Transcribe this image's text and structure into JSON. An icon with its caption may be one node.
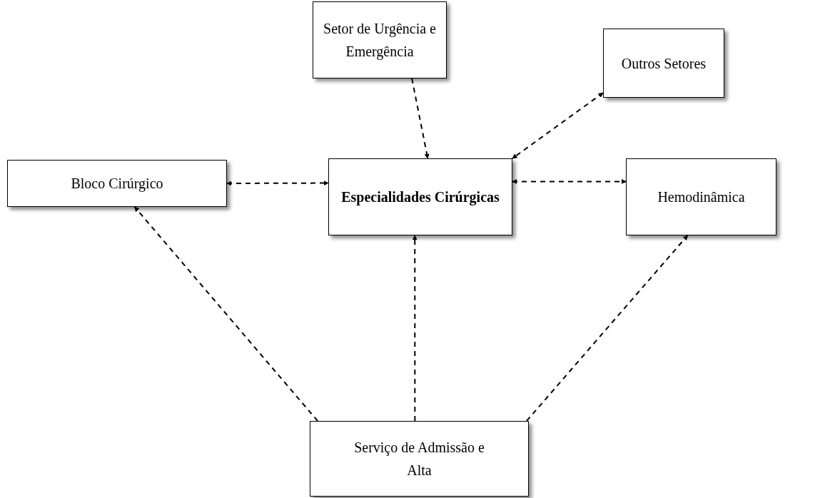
{
  "diagram": {
    "nodes": [
      {
        "text": [
          "Setor de Urgência e Emergência"
        ]
      },
      {
        "text": [
          "Outros Setores"
        ]
      },
      {
        "text": [
          "Bloco Cirúrgico"
        ]
      },
      {
        "text": [
          "Especialidades Cirúrgicas"
        ]
      },
      {
        "text": [
          "Hemodinâmica"
        ]
      },
      {
        "text": [
          "Serviço de Admissão e Alta"
        ]
      }
    ],
    "edges": [
      {
        "from": 0,
        "to": 3,
        "arrow": "to",
        "style": "dashed"
      },
      {
        "from": 1,
        "to": 3,
        "arrow": "both",
        "style": "dashed"
      },
      {
        "from": 2,
        "to": 3,
        "arrow": "both",
        "style": "dashed"
      },
      {
        "from": 3,
        "to": 4,
        "arrow": "both",
        "style": "dashed"
      },
      {
        "from": 5,
        "to": 2,
        "arrow": "to",
        "style": "dashed"
      },
      {
        "from": 5,
        "to": 3,
        "arrow": "to",
        "style": "dashed"
      },
      {
        "from": 5,
        "to": 4,
        "arrow": "to",
        "style": "dashed"
      }
    ]
  }
}
